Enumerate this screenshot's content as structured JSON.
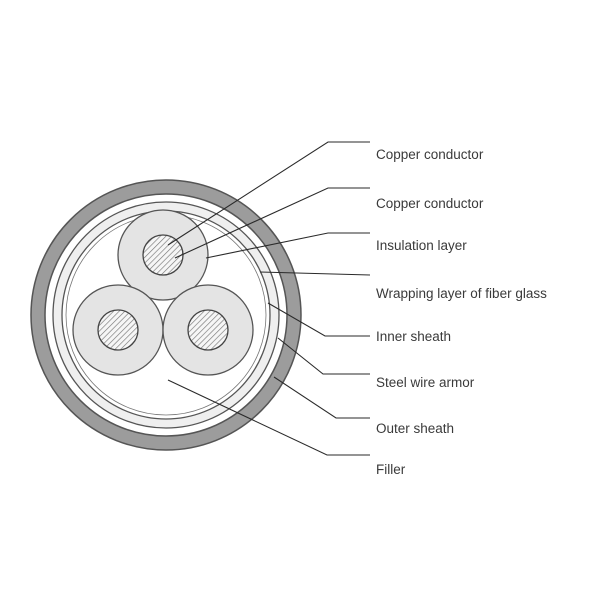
{
  "diagram": {
    "labels": [
      "Copper conductor",
      "Copper conductor",
      "Insulation layer",
      "Wrapping layer of fiber glass",
      "Inner sheath",
      "Steel wire armor",
      "Outer sheath",
      "Filler"
    ],
    "colors": {
      "outer_sheath": "#9c9c9c",
      "sheath_stroke": "#555555",
      "inner_sheath": "#efefef",
      "insulation": "#e4e4e4",
      "conductor": "#f6f6f6",
      "hatch": "#777777",
      "leader": "#2a2a2a",
      "text": "#3a3a3a"
    }
  }
}
